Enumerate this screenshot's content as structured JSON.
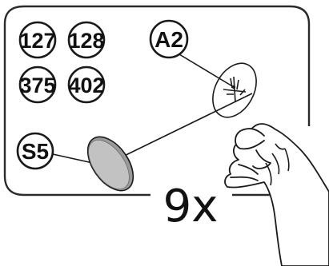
{
  "parts_box": {
    "part_numbers": [
      "127",
      "128",
      "375",
      "402"
    ]
  },
  "callouts": {
    "screw_label": "A2",
    "cap_label": "S5"
  },
  "quantity": "9x",
  "colors": {
    "line": "#1a1a1a",
    "cap_fill": "#bdbdbd",
    "cap_edge": "#9a9a9a"
  }
}
